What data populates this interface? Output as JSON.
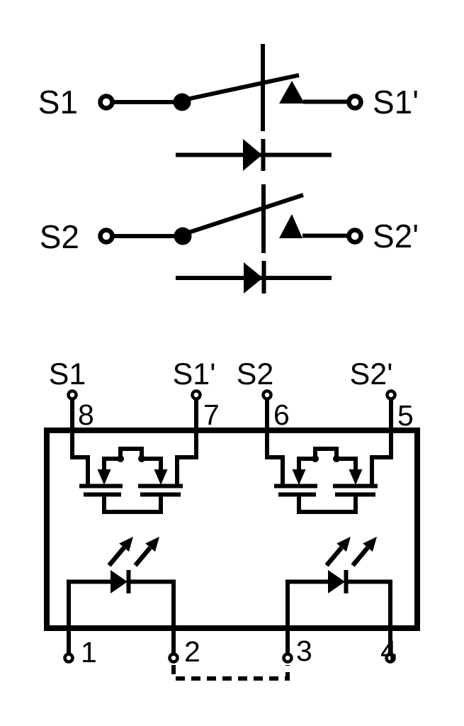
{
  "colors": {
    "background": "#ffffff",
    "line": "#000000"
  },
  "equivalent_circuit": {
    "switches": [
      {
        "left_label": "S1",
        "right_label": "S1'"
      },
      {
        "left_label": "S2",
        "right_label": "S2'"
      }
    ]
  },
  "package": {
    "top_pins": [
      {
        "signal": "S1",
        "number": "8"
      },
      {
        "signal": "S1'",
        "number": "7"
      },
      {
        "signal": "S2",
        "number": "6"
      },
      {
        "signal": "S2'",
        "number": "5"
      }
    ],
    "bottom_pins": [
      {
        "number": "1"
      },
      {
        "number": "2"
      },
      {
        "number": "3"
      },
      {
        "number": "4"
      }
    ]
  },
  "icons": {
    "switch": "normally-open-switch-icon",
    "diode": "diode-icon",
    "mosfet": "mosfet-pair-icon",
    "led": "led-icon",
    "light": "light-emission-arrow-icon"
  }
}
